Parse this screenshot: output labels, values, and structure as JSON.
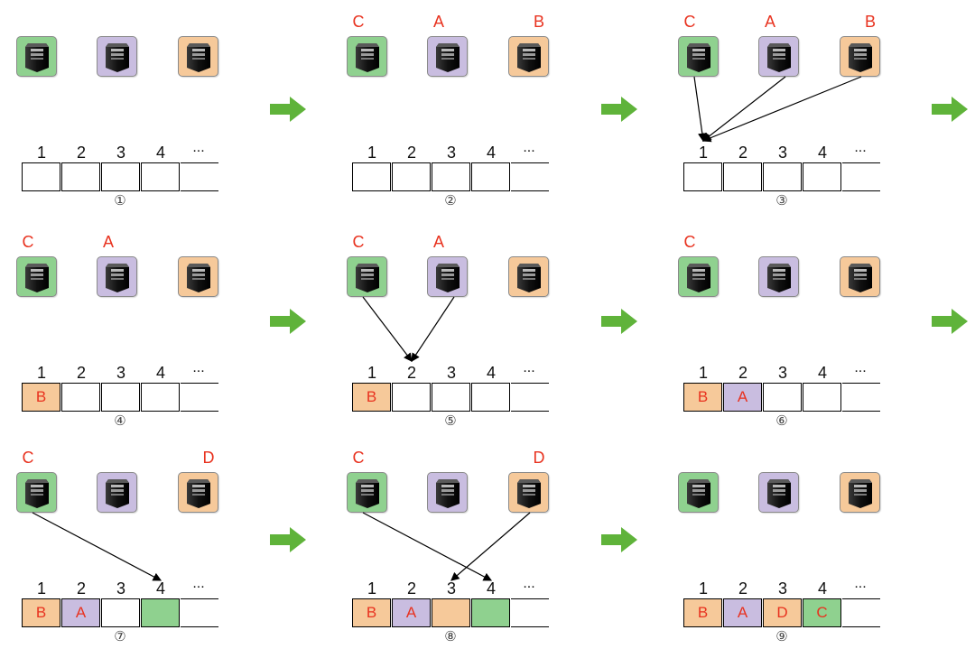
{
  "colors": {
    "server_green": "#8fd18f",
    "server_purple": "#c9bde0",
    "server_orange": "#f6c99a",
    "label_red": "#e8321f",
    "flow_arrow_green": "#5fb33a",
    "pointer_black": "#000000"
  },
  "icons": {
    "server": "server-tower-icon",
    "flow": "right-arrow-icon"
  },
  "column_headers": [
    "1",
    "2",
    "3",
    "4",
    "..."
  ],
  "panels": [
    {
      "step": "①",
      "labels": {
        "green": "",
        "purple": "",
        "orange": ""
      },
      "slots": [
        {
          "color": "white",
          "text": ""
        },
        {
          "color": "white",
          "text": ""
        },
        {
          "color": "white",
          "text": ""
        },
        {
          "color": "white",
          "text": ""
        }
      ],
      "pointers": []
    },
    {
      "step": "②",
      "labels": {
        "green": "C",
        "purple": "A",
        "orange": "B"
      },
      "slots": [
        {
          "color": "white",
          "text": ""
        },
        {
          "color": "white",
          "text": ""
        },
        {
          "color": "white",
          "text": ""
        },
        {
          "color": "white",
          "text": ""
        }
      ],
      "pointers": []
    },
    {
      "step": "③",
      "labels": {
        "green": "C",
        "purple": "A",
        "orange": "B"
      },
      "slots": [
        {
          "color": "white",
          "text": ""
        },
        {
          "color": "white",
          "text": ""
        },
        {
          "color": "white",
          "text": ""
        },
        {
          "color": "white",
          "text": ""
        }
      ],
      "pointers": [
        {
          "from": "green",
          "to": 1
        },
        {
          "from": "purple",
          "to": 1
        },
        {
          "from": "orange",
          "to": 1
        }
      ]
    },
    {
      "step": "④",
      "labels": {
        "green": "C",
        "purple": "A",
        "orange": ""
      },
      "slots": [
        {
          "color": "orange",
          "text": "B"
        },
        {
          "color": "white",
          "text": ""
        },
        {
          "color": "white",
          "text": ""
        },
        {
          "color": "white",
          "text": ""
        }
      ],
      "pointers": []
    },
    {
      "step": "⑤",
      "labels": {
        "green": "C",
        "purple": "A",
        "orange": ""
      },
      "slots": [
        {
          "color": "orange",
          "text": "B"
        },
        {
          "color": "white",
          "text": ""
        },
        {
          "color": "white",
          "text": ""
        },
        {
          "color": "white",
          "text": ""
        }
      ],
      "pointers": [
        {
          "from": "green",
          "to": 2
        },
        {
          "from": "purple",
          "to": 2
        }
      ]
    },
    {
      "step": "⑥",
      "labels": {
        "green": "C",
        "purple": "",
        "orange": ""
      },
      "slots": [
        {
          "color": "orange",
          "text": "B"
        },
        {
          "color": "purple",
          "text": "A"
        },
        {
          "color": "white",
          "text": ""
        },
        {
          "color": "white",
          "text": ""
        }
      ],
      "pointers": []
    },
    {
      "step": "⑦",
      "labels": {
        "green": "C",
        "purple": "",
        "orange": "D"
      },
      "slots": [
        {
          "color": "orange",
          "text": "B"
        },
        {
          "color": "purple",
          "text": "A"
        },
        {
          "color": "white",
          "text": ""
        },
        {
          "color": "green",
          "text": ""
        }
      ],
      "pointers": [
        {
          "from": "green",
          "to": 4
        }
      ]
    },
    {
      "step": "⑧",
      "labels": {
        "green": "C",
        "purple": "",
        "orange": "D"
      },
      "slots": [
        {
          "color": "orange",
          "text": "B"
        },
        {
          "color": "purple",
          "text": "A"
        },
        {
          "color": "orange",
          "text": ""
        },
        {
          "color": "green",
          "text": ""
        }
      ],
      "pointers": [
        {
          "from": "green",
          "to": 4
        },
        {
          "from": "orange",
          "to": 3
        }
      ]
    },
    {
      "step": "⑨",
      "labels": {
        "green": "",
        "purple": "",
        "orange": ""
      },
      "slots": [
        {
          "color": "orange",
          "text": "B"
        },
        {
          "color": "purple",
          "text": "A"
        },
        {
          "color": "orange",
          "text": "D"
        },
        {
          "color": "green",
          "text": "C"
        }
      ],
      "pointers": []
    }
  ]
}
